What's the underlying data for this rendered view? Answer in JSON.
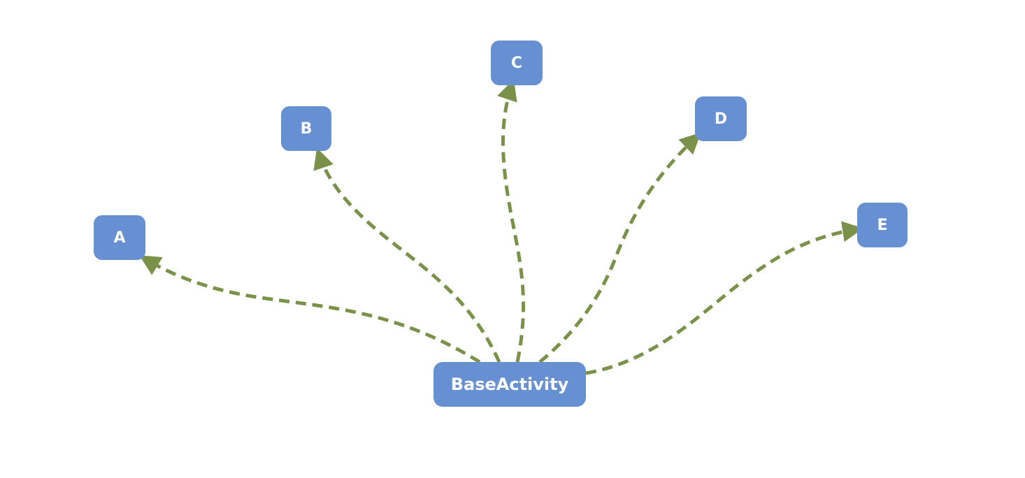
{
  "diagram": {
    "colors": {
      "node_fill": "#6690d2",
      "node_text": "#ffffff",
      "edge": "#7a9149",
      "background": "#ffffff"
    },
    "root": {
      "label": "BaseActivity"
    },
    "nodes": [
      {
        "id": "a",
        "label": "A"
      },
      {
        "id": "b",
        "label": "B"
      },
      {
        "id": "c",
        "label": "C"
      },
      {
        "id": "d",
        "label": "D"
      },
      {
        "id": "e",
        "label": "E"
      }
    ],
    "edges": [
      {
        "from": "BaseActivity",
        "to": "A",
        "style": "dashed",
        "arrow": "to"
      },
      {
        "from": "BaseActivity",
        "to": "B",
        "style": "dashed",
        "arrow": "to"
      },
      {
        "from": "BaseActivity",
        "to": "C",
        "style": "dashed",
        "arrow": "to"
      },
      {
        "from": "BaseActivity",
        "to": "D",
        "style": "dashed",
        "arrow": "to"
      },
      {
        "from": "BaseActivity",
        "to": "E",
        "style": "dashed",
        "arrow": "to"
      }
    ]
  }
}
